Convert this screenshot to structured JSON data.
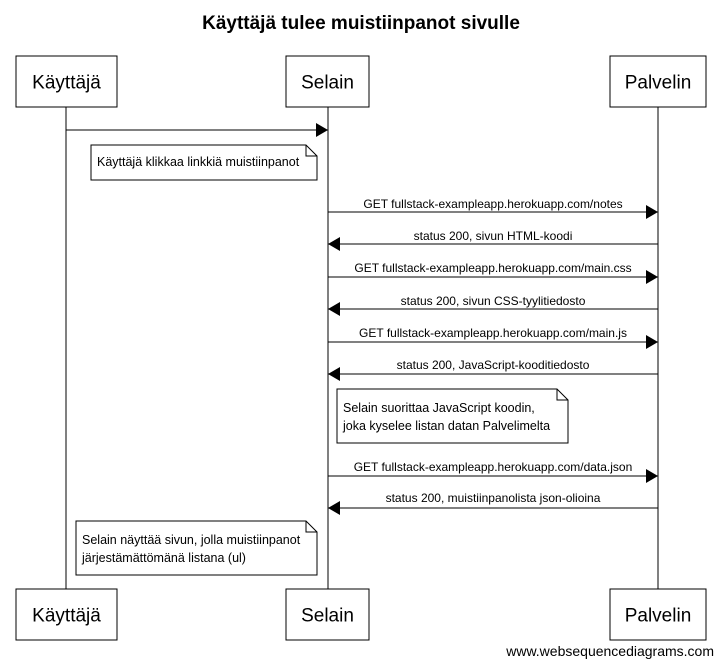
{
  "diagram": {
    "title": "Käyttäjä tulee muistiinpanot sivulle",
    "participants": [
      "Käyttäjä",
      "Selain",
      "Palvelin"
    ],
    "messages": [
      {
        "from": 0,
        "to": 1,
        "text": ""
      },
      {
        "from": 1,
        "to": 2,
        "text": "GET fullstack-exampleapp.herokuapp.com/notes"
      },
      {
        "from": 2,
        "to": 1,
        "text": "status 200, sivun HTML-koodi"
      },
      {
        "from": 1,
        "to": 2,
        "text": "GET fullstack-exampleapp.herokuapp.com/main.css"
      },
      {
        "from": 2,
        "to": 1,
        "text": "status 200, sivun CSS-tyylitiedosto"
      },
      {
        "from": 1,
        "to": 2,
        "text": "GET fullstack-exampleapp.herokuapp.com/main.js"
      },
      {
        "from": 2,
        "to": 1,
        "text": "status 200, JavaScript-kooditiedosto"
      },
      {
        "from": 1,
        "to": 2,
        "text": "GET fullstack-exampleapp.herokuapp.com/data.json"
      },
      {
        "from": 2,
        "to": 1,
        "text": "status 200, muistiinpanolista json-olioina"
      }
    ],
    "notes": [
      {
        "participant": 0,
        "placement": "right",
        "lines": [
          "Käyttäjä klikkaa linkkiä muistiinpanot"
        ]
      },
      {
        "participant": 1,
        "placement": "right",
        "lines": [
          "Selain suorittaa JavaScript koodin,",
          "joka kyselee listan datan Palvelimelta"
        ]
      },
      {
        "participant": 0,
        "placement": "right",
        "lines": [
          "Selain näyttää sivun, jolla muistiinpanot",
          "järjestämättömänä listana (ul)"
        ]
      }
    ],
    "footer": "www.websequencediagrams.com"
  }
}
